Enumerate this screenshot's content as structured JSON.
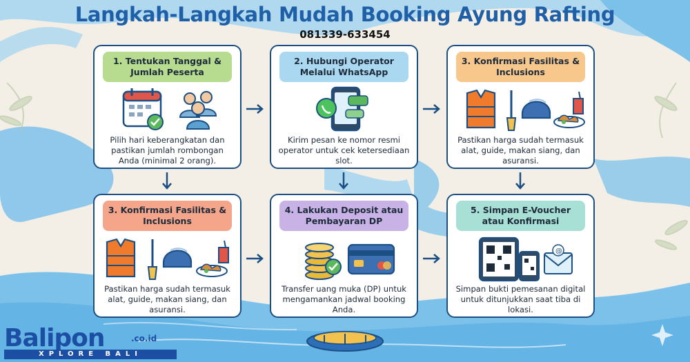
{
  "title": "Langkah-Langkah Mudah Booking Ayung Rafting",
  "phone": "081339-633454",
  "colors": {
    "title": "#1f5fa8",
    "border": "#1b4f83",
    "river": "#7cc1ea"
  },
  "cards": [
    {
      "head": "1. Tentukan Tanggal & Jumlah Peserta",
      "head_color": "#b7dc8f",
      "desc": "Pilih hari keberangkatan dan pastikan jumlah rombongan Anda (minimal 2 orang).",
      "icons": [
        "calendar-icon",
        "group-icon"
      ]
    },
    {
      "head": "2. Hubungi Operator Melalui WhatsApp",
      "head_color": "#a9d8f0",
      "desc": "Kirim pesan ke nomor resmi operator untuk cek ketersediaan slot.",
      "icons": [
        "whatsapp-phone-icon"
      ]
    },
    {
      "head": "3. Konfirmasi Fasilitas & Inclusions",
      "head_color": "#f7c78c",
      "desc": "Pastikan harga sudah termasuk alat, guide, makan siang, dan asuransi.",
      "icons": [
        "life-vest-icon",
        "paddle-icon",
        "helmet-icon",
        "meal-icon"
      ]
    },
    {
      "head": "3. Konfirmasi Fasilitas & Inclusions",
      "head_color": "#f5a58a",
      "desc": "Pastikan harga sudah termasuk alat, guide, makan siang, dan asuransi.",
      "icons": [
        "life-vest-icon",
        "paddle-icon",
        "helmet-icon",
        "meal-icon"
      ]
    },
    {
      "head": "4. Lakukan Deposit atau Pembayaran DP",
      "head_color": "#c9b3e6",
      "desc": "Transfer uang muka (DP) untuk mengamankan jadwal booking Anda.",
      "icons": [
        "coins-icon",
        "credit-card-icon"
      ]
    },
    {
      "head": "5. Simpan E-Voucher atau Konfirmasi",
      "head_color": "#a8e0d6",
      "desc": "Simpan bukti pemesanan digital untuk ditunjukkan saat tiba di lokasi.",
      "icons": [
        "qr-tablet-icon",
        "email-icon"
      ]
    }
  ],
  "logo": {
    "brand": "Balipon",
    "tld": ".co.id",
    "tagline": "XPLORE BALI"
  }
}
